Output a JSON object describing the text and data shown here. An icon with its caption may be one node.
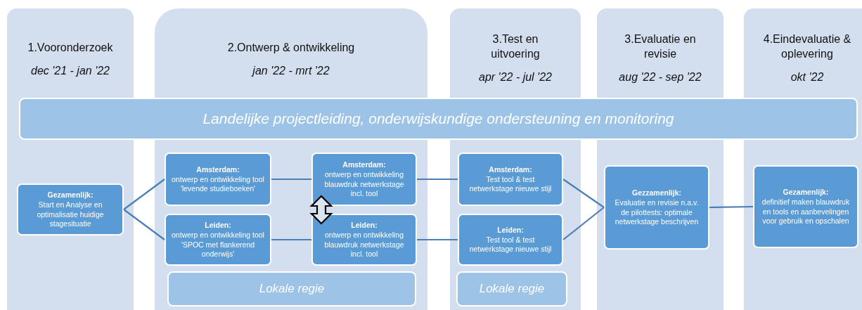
{
  "diagram": {
    "nodes": [
      {
        "text": [
          "1.Vooronderzoek",
          "dec '21 - jan '22"
        ]
      },
      {
        "text": [
          "2.Ontwerp & ontwikkeling",
          "jan '22 - mrt '22"
        ]
      },
      {
        "text": [
          "3.Test en uitvoering",
          "apr '22 - jul '22"
        ]
      },
      {
        "text": [
          "3.Evaluatie en revisie",
          "aug '22 - sep '22"
        ]
      },
      {
        "text": [
          "4.Eindevaluatie & oplevering",
          "okt '22"
        ]
      },
      {
        "text": [
          "Landelijke projectleiding, onderwijskundige ondersteuning en monitoring"
        ]
      },
      {
        "text": [
          "Gezamenlijk:",
          "Start en Analyse en optimalisatie huidige stagesituatie"
        ],
        "in": 0
      },
      {
        "text": [
          "Amsterdam:",
          "ontwerp en ontwikkeling tool 'levende studieboeken'"
        ],
        "in": 1
      },
      {
        "text": [
          "Leiden:",
          "ontwerp en ontwikkeling tool 'SPOC met flankerend onderwijs'"
        ],
        "in": 1
      },
      {
        "text": [
          "Amsterdam:",
          "ontwerp en ontwikkeling blauwdruk netwerkstage incl. tool"
        ],
        "in": 1
      },
      {
        "text": [
          "Leiden:",
          "ontwerp en ontwikkeling blauwdruk netwerkstage incl. tool"
        ],
        "in": 1
      },
      {
        "text": [
          "Lokale regie"
        ],
        "in": 1
      },
      {
        "text": [
          "Amsterdam:",
          "Test tool & test netwerkstage nieuwe stijl"
        ],
        "in": 2
      },
      {
        "text": [
          "Leiden:",
          "Test tool & test netwerkstage nieuwe stijl"
        ],
        "in": 2
      },
      {
        "text": [
          "Lokale regie"
        ],
        "in": 2
      },
      {
        "text": [
          "Gezzamenlijk:",
          "Evaluatie en revisie n.a.v. de pilottests: optimale netwerkstage beschrijven"
        ],
        "in": 3
      },
      {
        "text": [
          "Gezamenlijk:",
          "definitief maken blauwdruk en tools en aanbevelingen voor gebruik en opschalen"
        ],
        "in": 4
      }
    ],
    "edges": [
      {
        "from": 6,
        "to": 7,
        "arrow": "none"
      },
      {
        "from": 6,
        "to": 8,
        "arrow": "none"
      },
      {
        "from": 7,
        "to": 9,
        "arrow": "none"
      },
      {
        "from": 8,
        "to": 10,
        "arrow": "none"
      },
      {
        "from": 9,
        "to": 10,
        "arrow": "both"
      },
      {
        "from": 9,
        "to": 12,
        "arrow": "none"
      },
      {
        "from": 10,
        "to": 13,
        "arrow": "none"
      },
      {
        "from": 12,
        "to": 15,
        "arrow": "none"
      },
      {
        "from": 13,
        "to": 15,
        "arrow": "none"
      },
      {
        "from": 15,
        "to": 16,
        "arrow": "none"
      }
    ]
  }
}
